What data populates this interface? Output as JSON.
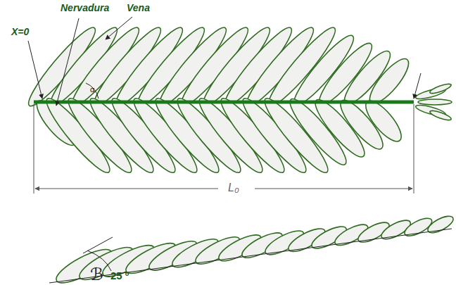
{
  "diagram": {
    "labels": [
      "Nervadura",
      "Vena",
      "X=0",
      "α",
      "L₀",
      "ℬ",
      "-25 º"
    ]
  }
}
